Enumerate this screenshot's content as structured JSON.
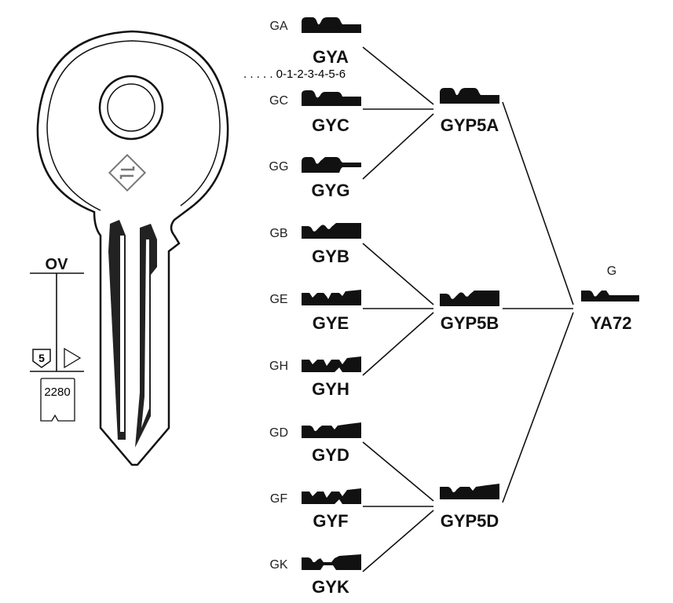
{
  "left_panel": {
    "ov_label": "OV",
    "cut_count": "5",
    "card_number": "2280"
  },
  "scale_label": ". . . . . 0-1-2-3-4-5-6",
  "profiles": [
    {
      "code": "GA",
      "name": "GYA"
    },
    {
      "code": "GC",
      "name": "GYC"
    },
    {
      "code": "GG",
      "name": "GYG"
    },
    {
      "code": "GB",
      "name": "GYB"
    },
    {
      "code": "GE",
      "name": "GYE"
    },
    {
      "code": "GH",
      "name": "GYH"
    },
    {
      "code": "GD",
      "name": "GYD"
    },
    {
      "code": "GF",
      "name": "GYF"
    },
    {
      "code": "GK",
      "name": "GYK"
    }
  ],
  "groups": [
    {
      "name": "GYP5A"
    },
    {
      "name": "GYP5B"
    },
    {
      "name": "GYP5D"
    }
  ],
  "master": {
    "code": "G",
    "name": "YA72"
  }
}
